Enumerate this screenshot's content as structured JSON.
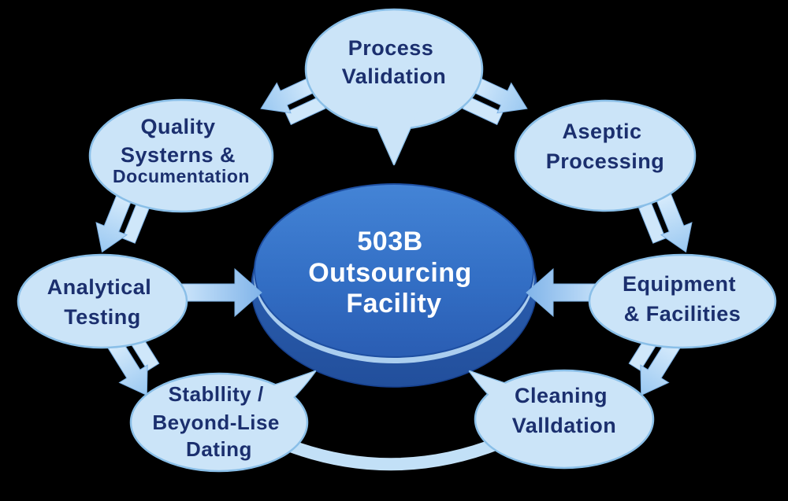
{
  "colors": {
    "background": "#000000",
    "bubble_fill": "#cbe4f8",
    "bubble_border": "#8abfe8",
    "bubble_text": "#1b2f6e",
    "disc_text": "#ffffff",
    "arrow_light": "#d6ebfc",
    "arrow_dark": "#9ac8f1"
  },
  "center": {
    "lines": [
      "503B",
      "Outsourcing",
      "Facility"
    ]
  },
  "bubbles": {
    "process": {
      "lines": [
        "Process",
        "Validation"
      ]
    },
    "quality": {
      "lines": [
        "Quality",
        "Systerns &",
        "Documentation"
      ]
    },
    "aseptic": {
      "lines": [
        "Aseptic",
        "Processing"
      ]
    },
    "analytical": {
      "lines": [
        "Analytical",
        "Testing"
      ]
    },
    "equipment": {
      "lines": [
        "Equipment",
        "& Facilities"
      ]
    },
    "stability": {
      "lines": [
        "Stabllity /",
        "Beyond-Lise",
        "Dating"
      ]
    },
    "cleaning": {
      "lines": [
        "Cleaning",
        "Valldation"
      ]
    }
  }
}
